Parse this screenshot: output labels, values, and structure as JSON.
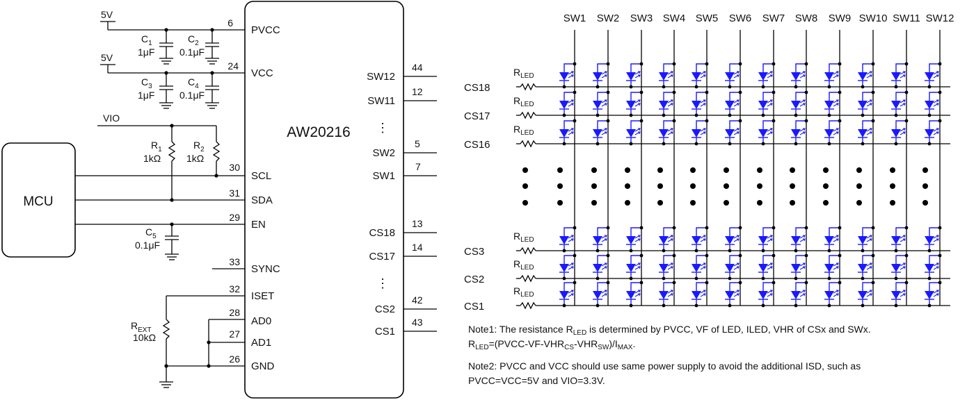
{
  "chip": {
    "name": "AW20216"
  },
  "mcu": {
    "label": "MCU"
  },
  "supplies": {
    "v5": "5V",
    "vio": "VIO"
  },
  "left_pins": [
    {
      "num": "6",
      "name": "PVCC"
    },
    {
      "num": "24",
      "name": "VCC"
    },
    {
      "num": "30",
      "name": "SCL"
    },
    {
      "num": "31",
      "name": "SDA"
    },
    {
      "num": "29",
      "name": "EN"
    },
    {
      "num": "33",
      "name": "SYNC"
    },
    {
      "num": "32",
      "name": "ISET"
    },
    {
      "num": "28",
      "name": "AD0"
    },
    {
      "num": "27",
      "name": "AD1"
    },
    {
      "num": "26",
      "name": "GND"
    }
  ],
  "right_pins": [
    {
      "num": "44",
      "name": "SW12"
    },
    {
      "num": "12",
      "name": "SW11"
    },
    {
      "num": "5",
      "name": "SW2"
    },
    {
      "num": "7",
      "name": "SW1"
    },
    {
      "num": "13",
      "name": "CS18"
    },
    {
      "num": "14",
      "name": "CS17"
    },
    {
      "num": "42",
      "name": "CS2"
    },
    {
      "num": "43",
      "name": "CS1"
    }
  ],
  "ellipsis": "⋮",
  "components": {
    "c1": {
      "ref": "C",
      "sub": "1",
      "value": "1μF"
    },
    "c2": {
      "ref": "C",
      "sub": "2",
      "value": "0.1μF"
    },
    "c3": {
      "ref": "C",
      "sub": "3",
      "value": "1μF"
    },
    "c4": {
      "ref": "C",
      "sub": "4",
      "value": "0.1μF"
    },
    "c5": {
      "ref": "C",
      "sub": "5",
      "value": "0.1μF"
    },
    "r1": {
      "ref": "R",
      "sub": "1",
      "value": "1kΩ"
    },
    "r2": {
      "ref": "R",
      "sub": "2",
      "value": "1kΩ"
    },
    "rext": {
      "ref": "R",
      "sub": "EXT",
      "value": "10kΩ"
    }
  },
  "matrix": {
    "sw_labels": [
      "SW1",
      "SW2",
      "SW3",
      "SW4",
      "SW5",
      "SW6",
      "SW7",
      "SW8",
      "SW9",
      "SW10",
      "SW11",
      "SW12"
    ],
    "cs_labels": [
      "CS18",
      "CS17",
      "CS16",
      "CS3",
      "CS2",
      "CS1"
    ],
    "rled": {
      "ref": "R",
      "sub": "LED"
    }
  },
  "notes": {
    "note1_line1_a": "Note1: The resistance R",
    "note1_line1_sub": "LED",
    "note1_line1_b": " is determined by PVCC, VF of LED, ILED, VHR of CSx and SWx.",
    "note1_line2_a": "R",
    "note1_line2_sub1": "LED",
    "note1_line2_b": "=(PVCC-VF-VHR",
    "note1_line2_sub2": "CS",
    "note1_line2_c": "-VHR",
    "note1_line2_sub3": "SW",
    "note1_line2_d": ")/I",
    "note1_line2_sub4": "MAX",
    "note1_line2_e": ".",
    "note2_line1": "Note2: PVCC and VCC should use same power supply to avoid the additional ISD, such as",
    "note2_line2": "PVCC=VCC=5V and VIO=3.3V."
  }
}
